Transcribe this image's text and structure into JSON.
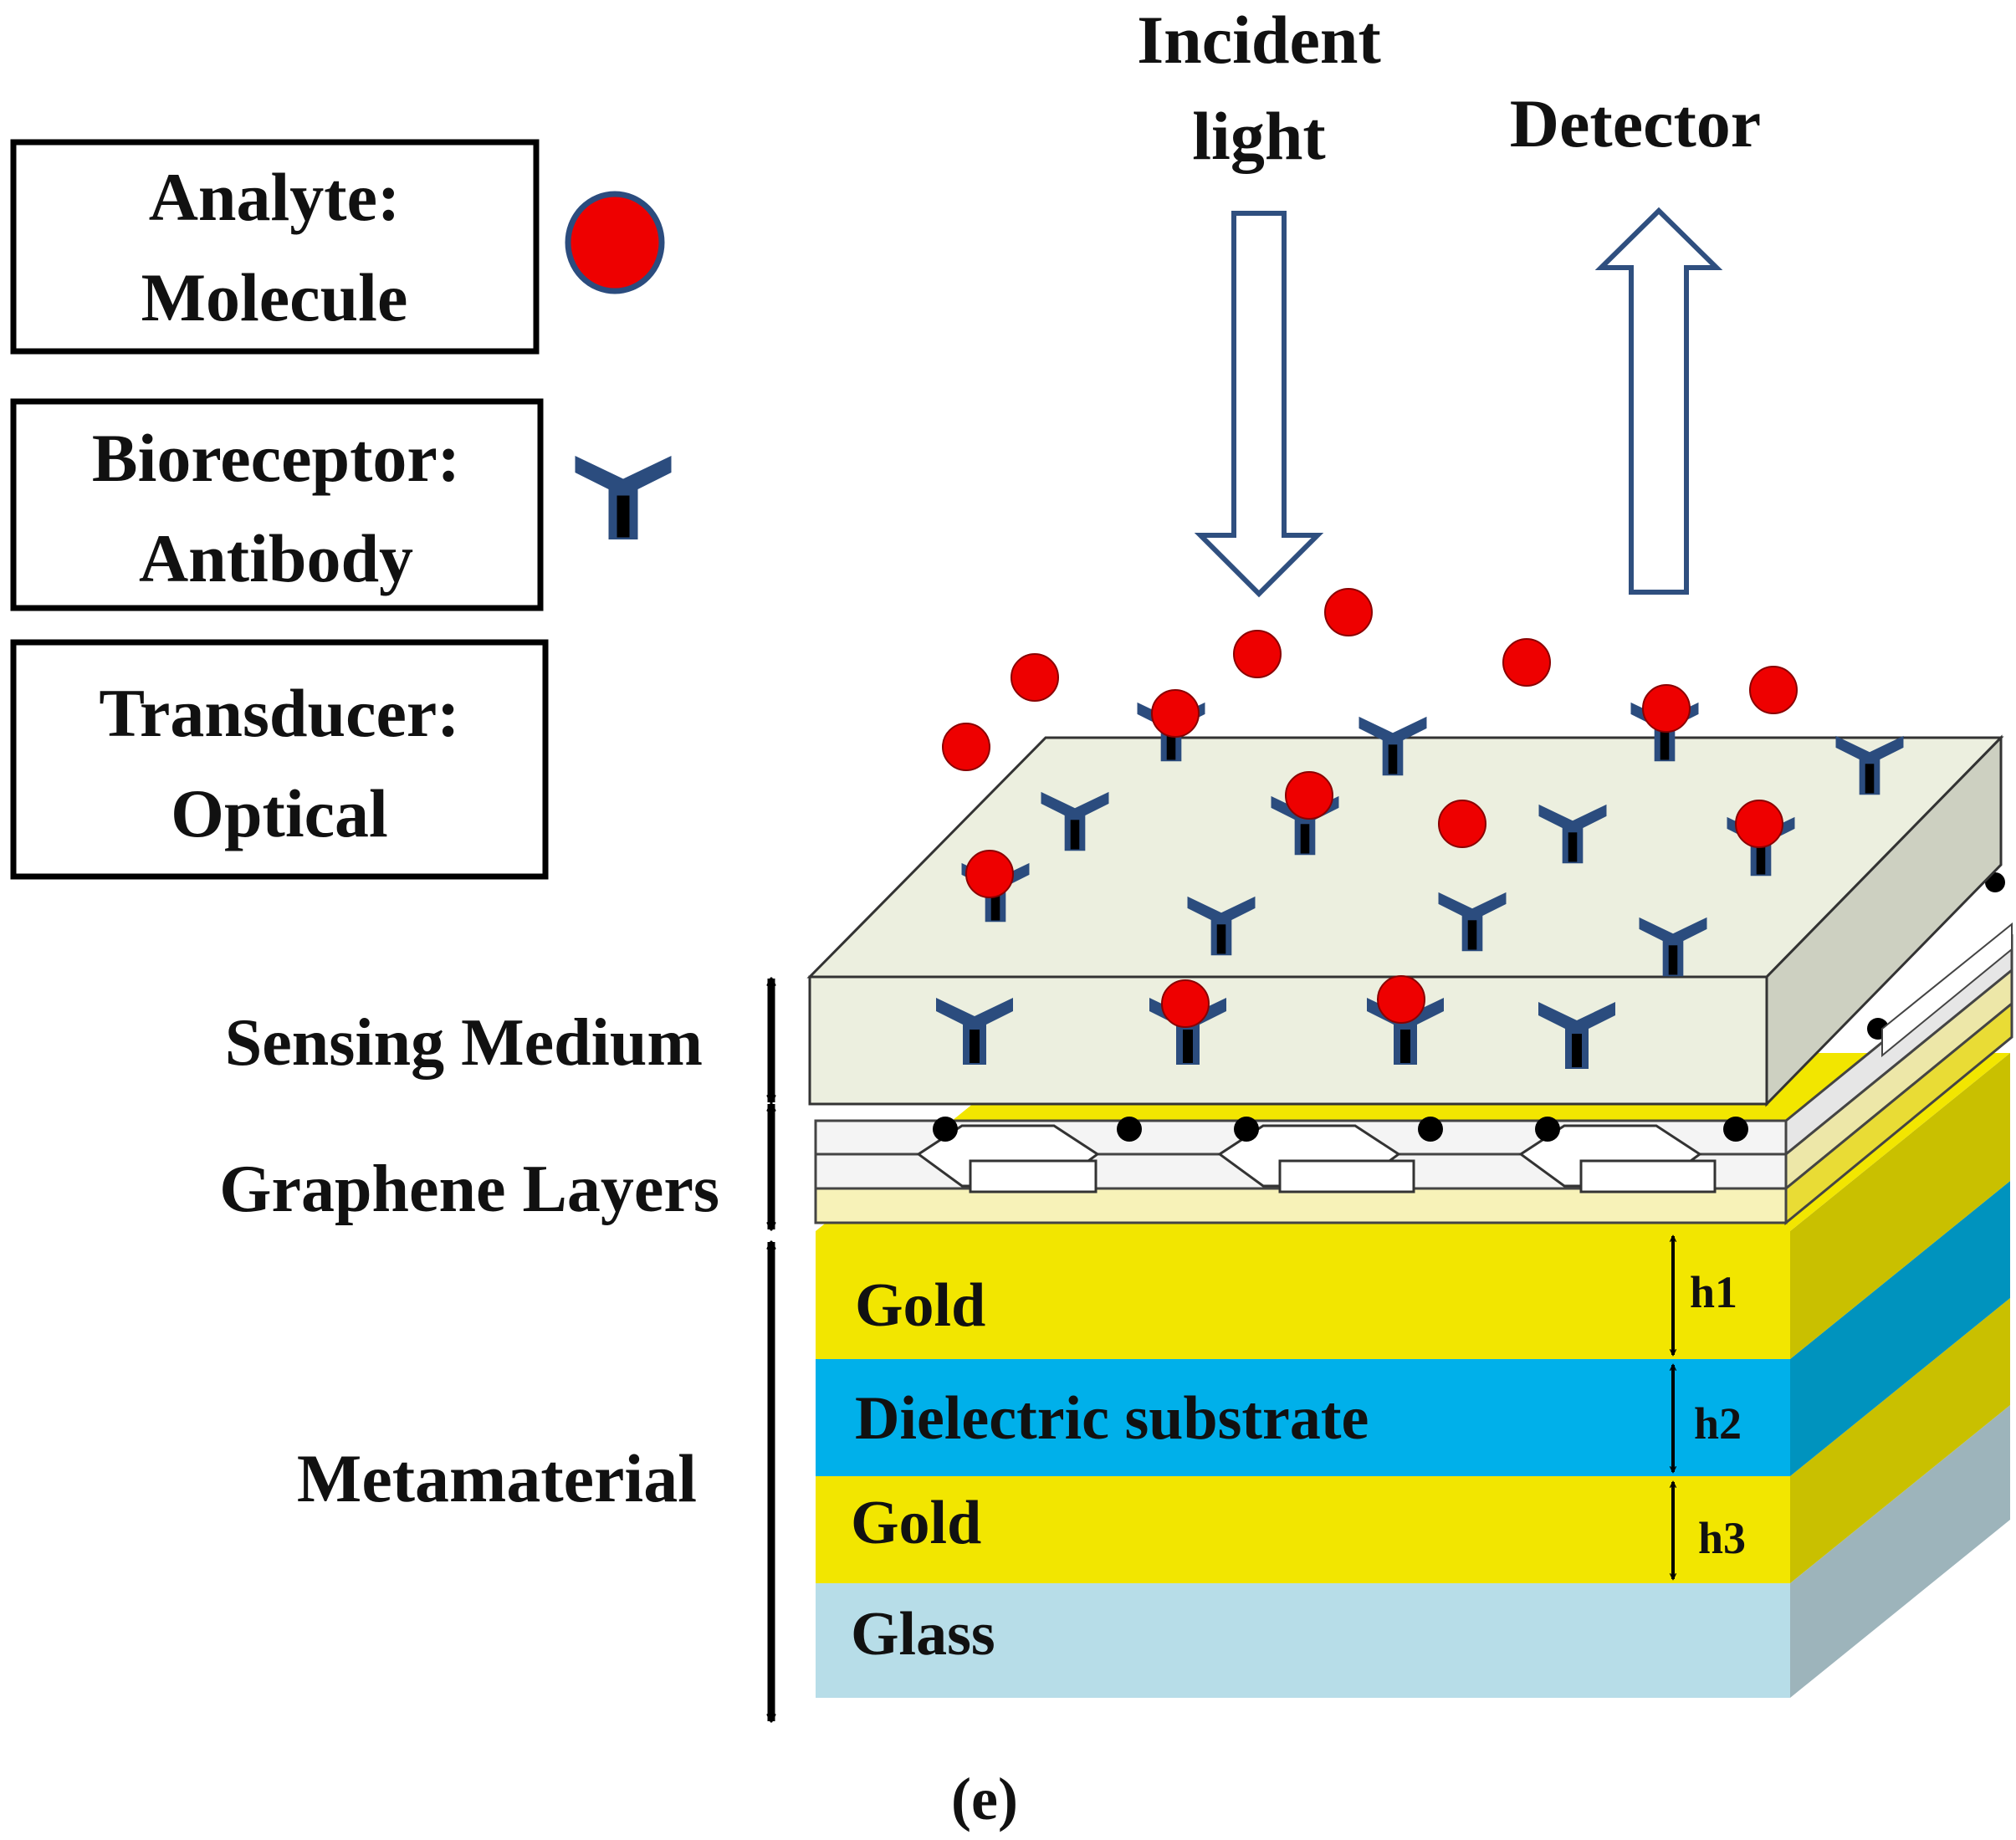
{
  "legend": {
    "analyte_title": "Analyte:",
    "analyte_value": "Molecule",
    "bioreceptor_title": "Bioreceptor:",
    "bioreceptor_value": "Antibody",
    "transducer_title": "Transducer:",
    "transducer_value": "Optical"
  },
  "arrows": {
    "incident_line1": "Incident",
    "incident_line2": "light",
    "detector": "Detector"
  },
  "side_labels": {
    "sensing_medium": "Sensing Medium",
    "graphene_layers": "Graphene Layers",
    "metamaterial": "Metamaterial"
  },
  "layers": {
    "gold_top": "Gold",
    "dielectric": "Dielectric substrate",
    "gold_bottom": "Gold",
    "glass": "Glass"
  },
  "thickness": {
    "h1": "h1",
    "h2": "h2",
    "h3": "h3"
  },
  "caption": "(e)",
  "colors": {
    "gold": "#F2E600",
    "dielectric": "#00B0EA",
    "glass": "#B7DDE8",
    "sensing_medium": "#ECEFDF",
    "analyte": "#EE0000",
    "antibody": "#2B4C7E",
    "arrow_outline": "#2F4F7F"
  }
}
